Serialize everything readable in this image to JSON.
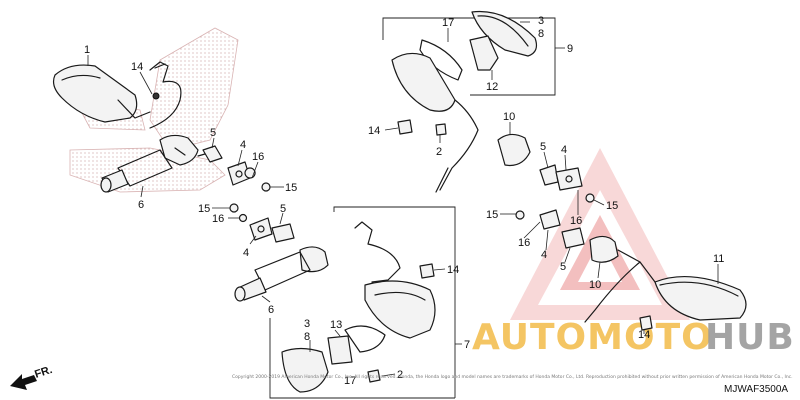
{
  "diagram_code": "MJWAF3500A",
  "front_indicator": "FR.",
  "copyright": "Copyright 2000-2019 American Honda Motor Co., Inc. All rights reserved. Honda, the Honda logo and model names are trademarks of Honda Motor Co., Ltd. Reproduction prohibited without prior written permission of American Honda Motor Co., Inc.",
  "watermark": {
    "word1": "AUTOMOTO",
    "word2": "HUB",
    "color_primary": "#f2b73d",
    "color_secondary": "#9b9b9b",
    "color_triangle": "#e98a8a"
  },
  "callouts": {
    "c1": "1",
    "c14a": "14",
    "c5a": "5",
    "c4a": "4",
    "c16a": "16",
    "c15a": "15",
    "c6a": "6",
    "c15b": "15",
    "c16b": "16",
    "c5b": "5",
    "c4b": "4",
    "c6b": "6",
    "c17a": "17",
    "c3a": "3",
    "c8a": "8",
    "c9": "9",
    "c12": "12",
    "c14b": "14",
    "c2a": "2",
    "c10a": "10",
    "c5c": "5",
    "c4c": "4",
    "c15c": "15",
    "c16c": "16",
    "c15d": "15",
    "c16d": "16",
    "c4d": "4",
    "c5d": "5",
    "c10b": "10",
    "c11": "11",
    "c14c": "14",
    "c14d": "14",
    "c3b": "3",
    "c8b": "8",
    "c13": "13",
    "c7": "7",
    "c17b": "17",
    "c2b": "2"
  }
}
